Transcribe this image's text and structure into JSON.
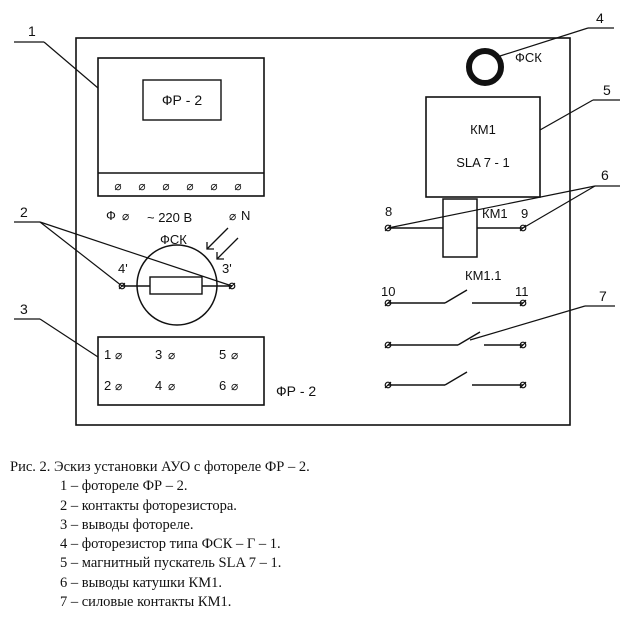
{
  "callouts": [
    "1",
    "2",
    "3",
    "4",
    "5",
    "6",
    "7"
  ],
  "relay_label": "ФР - 2",
  "supply": {
    "phase": "Ф",
    "voltage": "~ 220 В",
    "neutral": "N"
  },
  "photoresistor": {
    "name": "ФСК",
    "contact_left": "4'",
    "contact_right": "3'"
  },
  "terminals": [
    "1",
    "3",
    "5",
    "2",
    "4",
    "6"
  ],
  "terminal_block_label": "ФР - 2",
  "photoresistor_top_label": "ФСК",
  "starter": {
    "line1": "КМ1",
    "line2": "SLA 7 - 1"
  },
  "coil": {
    "label": "КМ1",
    "left_num": "8",
    "right_num": "9"
  },
  "power_contacts": {
    "label": "КМ1.1",
    "left_num": "10",
    "right_num": "11"
  },
  "caption": {
    "title": "Рис. 2. Эскиз установки АУО с фотореле ФР – 2.",
    "items": [
      "1 – фотореле ФР – 2.",
      "2 – контакты фоторезистора.",
      "3 – выводы фотореле.",
      "4 – фоторезистор типа ФСК – Г – 1.",
      "5 – магнитный пускатель SLA 7 – 1.",
      "6 – выводы катушки КМ1.",
      "7 – силовые контакты КМ1."
    ]
  }
}
